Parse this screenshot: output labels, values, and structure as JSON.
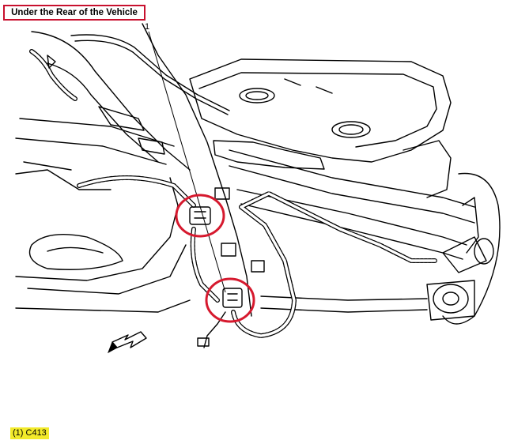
{
  "title": "Under the Rear of the Vehicle",
  "callout_number": "1",
  "legend_caption": "(1) C413",
  "colors": {
    "title_border": "#c8102e",
    "highlight_circle": "#d6192e",
    "caption_highlight": "#f2ea2a",
    "line_art": "#000000"
  }
}
